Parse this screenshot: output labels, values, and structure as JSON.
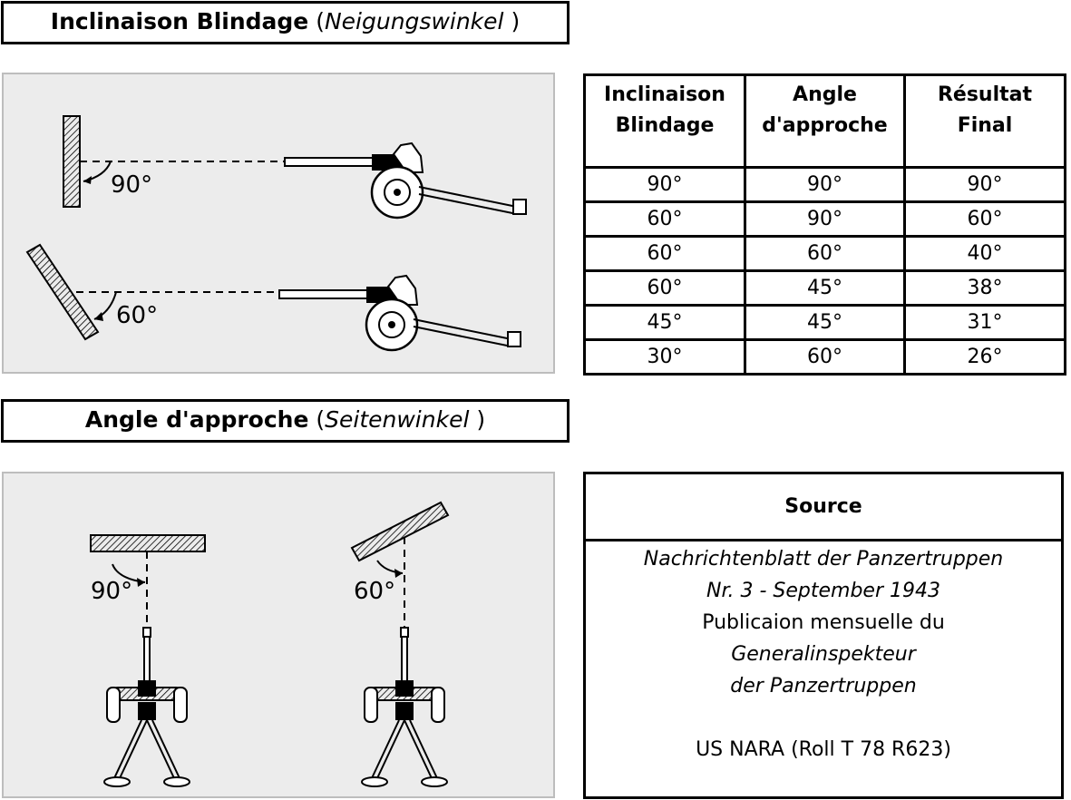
{
  "section1": {
    "title_bold": "Inclinaison Blindage",
    "title_open": " (",
    "title_italic": "Neigungswinkel",
    "title_close": " )"
  },
  "section2": {
    "title_bold": "Angle d'approche",
    "title_open": " (",
    "title_italic": "Seitenwinkel",
    "title_close": " )"
  },
  "figure1": {
    "label_top": "90°",
    "label_bottom": "60°"
  },
  "figure2": {
    "label_left": "90°",
    "label_right": "60°"
  },
  "table": {
    "headers": [
      [
        "Inclinaison",
        "Blindage"
      ],
      [
        "Angle",
        "d'approche"
      ],
      [
        "Résultat",
        "Final"
      ]
    ],
    "rows": [
      [
        "90°",
        "90°",
        "90°"
      ],
      [
        "60°",
        "90°",
        "60°"
      ],
      [
        "60°",
        "60°",
        "40°"
      ],
      [
        "60°",
        "45°",
        "38°"
      ],
      [
        "45°",
        "45°",
        "31°"
      ],
      [
        "30°",
        "60°",
        "26°"
      ]
    ]
  },
  "source": {
    "heading": "Source",
    "lines": [
      "Nachrichtenblatt der Panzertruppen",
      "Nr. 3 - September 1943",
      "Publicaion mensuelle du",
      "Generalinspekteur",
      "der Panzertruppen",
      "",
      "US NARA (Roll T 78 R623)"
    ]
  }
}
